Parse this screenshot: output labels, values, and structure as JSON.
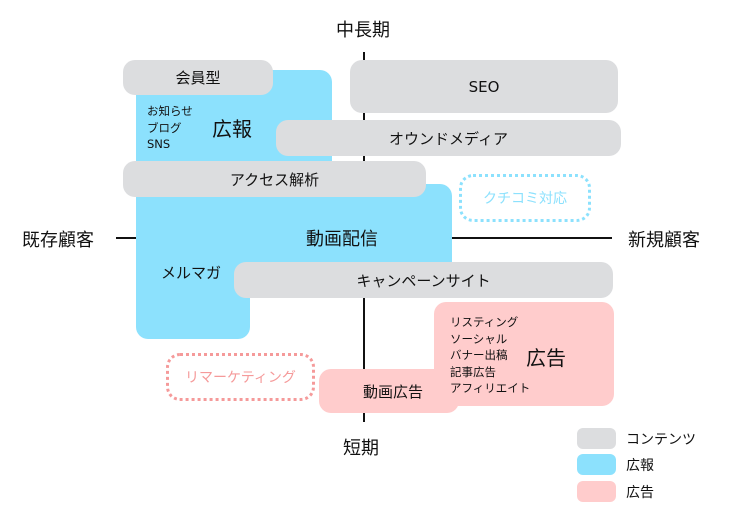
{
  "axes": {
    "top": "中長期",
    "bottom": "短期",
    "left": "既存顧客",
    "right": "新規顧客"
  },
  "items": {
    "membership": "会員型",
    "seo": "SEO",
    "owned_media": "オウンドメディア",
    "access_analysis": "アクセス解析",
    "word_of_mouth": "クチコミ対応",
    "video_distribution": "動画配信",
    "mail_magazine": "メルマガ",
    "campaign_site": "キャンペーンサイト",
    "remarketing": "リマーケティング",
    "video_ads": "動画広告"
  },
  "pr_group": {
    "title": "広報",
    "list": [
      "お知らせ",
      "ブログ",
      "SNS"
    ]
  },
  "ad_group": {
    "title": "広告",
    "list": [
      "リスティング",
      "ソーシャル",
      "バナー出稿",
      "記事広告",
      "アフィリエイト"
    ]
  },
  "legend": [
    {
      "label": "コンテンツ",
      "color": "#dcdddf"
    },
    {
      "label": "広報",
      "color": "#8ce1fd"
    },
    {
      "label": "広告",
      "color": "#ffcccc"
    }
  ]
}
